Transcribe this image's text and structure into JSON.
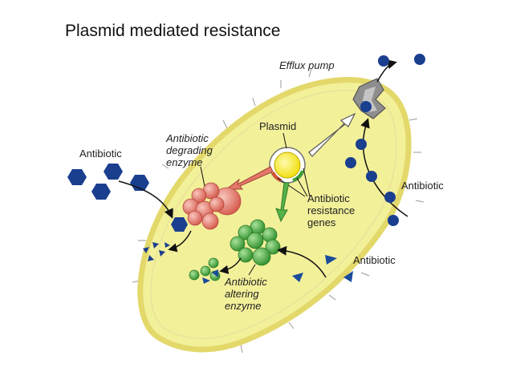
{
  "title": "Plasmid mediated resistance",
  "labels": {
    "efflux_pump": "Efflux pump",
    "plasmid": "Plasmid",
    "degrading_enzyme": [
      "Antibiotic",
      "degrading",
      "enzyme"
    ],
    "resistance_genes": [
      "Antibiotic",
      "resistance",
      "genes"
    ],
    "altering_enzyme": [
      "Antibiotic",
      "altering",
      "enzyme"
    ],
    "antibiotic_left": "Antibiotic",
    "antibiotic_right": "Antibiotic",
    "antibiotic_bottom": "Antibiotic"
  },
  "colors": {
    "cell_fill": "#f3f09a",
    "cell_border": "#e6dc6e",
    "hexagon": "#1a3f8f",
    "dot": "#1a3f8f",
    "triangle": "#1a4c9a",
    "red_enzyme": "#e4776a",
    "green_enzyme": "#55b14a",
    "pump": "#8c8c8c",
    "plasmid_yellow": "#f7ea12"
  }
}
